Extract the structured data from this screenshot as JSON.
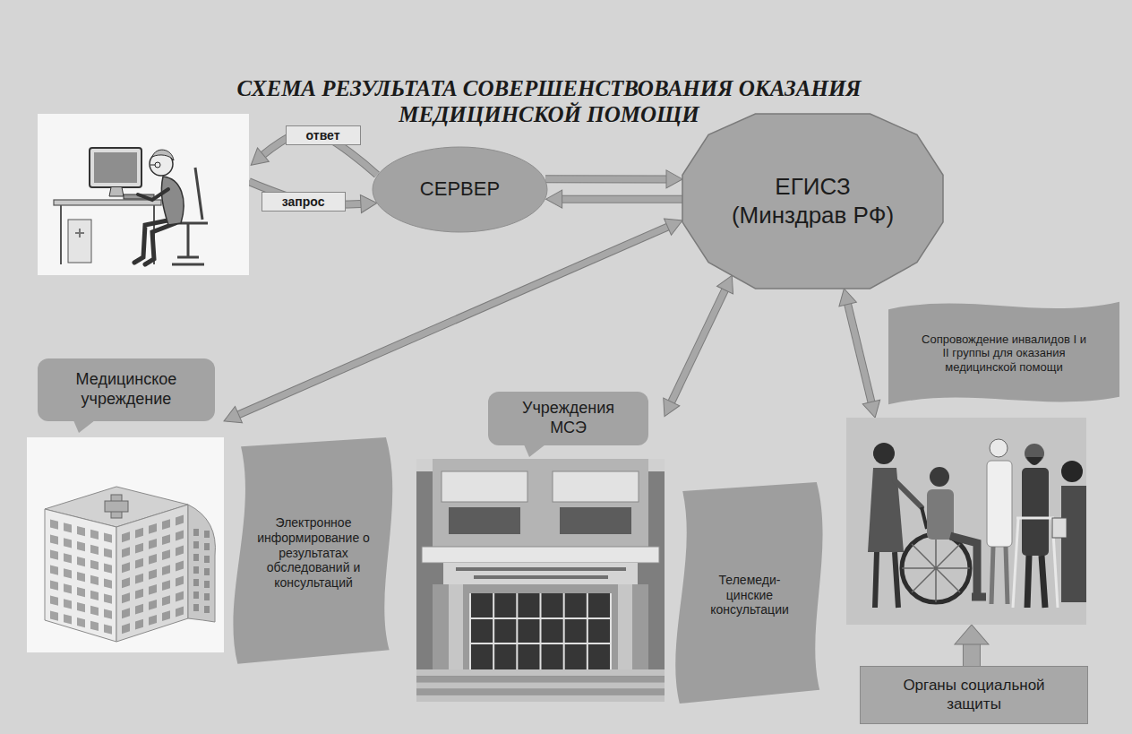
{
  "diagram": {
    "title": "СХЕМА РЕЗУЛЬТАТА СОВЕРШЕНСТВОВАНИЯ ОКАЗАНИЯ МЕДИЦИНСКОЙ ПОМОЩИ",
    "nodes": [
      {
        "text": []
      },
      {
        "text": [
          "СЕРВЕР"
        ]
      },
      {
        "text": [
          "ЕГИСЗ (Минздрав РФ)"
        ]
      },
      {
        "text": [
          "Сопровождение инвалидов I и II группы для оказания медицинской помощи"
        ]
      },
      {
        "text": [
          "Медицинское учреждение"
        ]
      },
      {
        "text": [
          "Электронное информирование о результатах обследований и консультаций"
        ]
      },
      {
        "text": [
          "Учреждения МСЭ"
        ]
      },
      {
        "text": [
          "Телемеди- цинские консультации"
        ]
      },
      {
        "text": []
      },
      {
        "text": [
          "Органы социальной защиты"
        ]
      }
    ],
    "edges": [
      {
        "from": 1,
        "to": 0,
        "arrow": "to",
        "label": "ответ"
      },
      {
        "from": 0,
        "to": 1,
        "arrow": "to",
        "label": "запрос"
      },
      {
        "from": 1,
        "to": 2,
        "arrow": "to"
      },
      {
        "from": 2,
        "to": 1,
        "arrow": "to"
      },
      {
        "from": 2,
        "to": 4,
        "arrow": "both"
      },
      {
        "from": 2,
        "to": 6,
        "arrow": "both"
      },
      {
        "from": 2,
        "to": 8,
        "arrow": "both"
      },
      {
        "from": 9,
        "to": 8,
        "arrow": "to"
      }
    ]
  }
}
